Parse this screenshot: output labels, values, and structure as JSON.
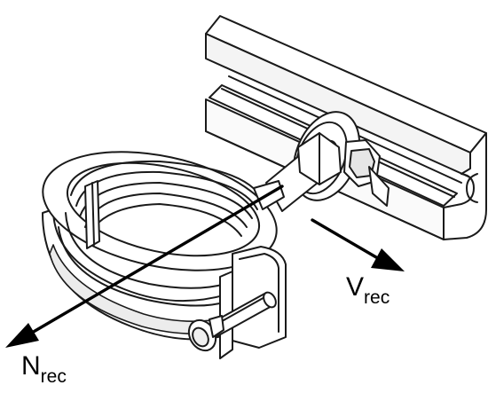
{
  "labels": {
    "v": {
      "main": "V",
      "sub": "rec"
    },
    "n": {
      "main": "N",
      "sub": "rec"
    }
  },
  "colors": {
    "line": "#1a1a1a",
    "fill": "#ffffff",
    "shade": "#d9d9d9",
    "arrow": "#000000"
  }
}
